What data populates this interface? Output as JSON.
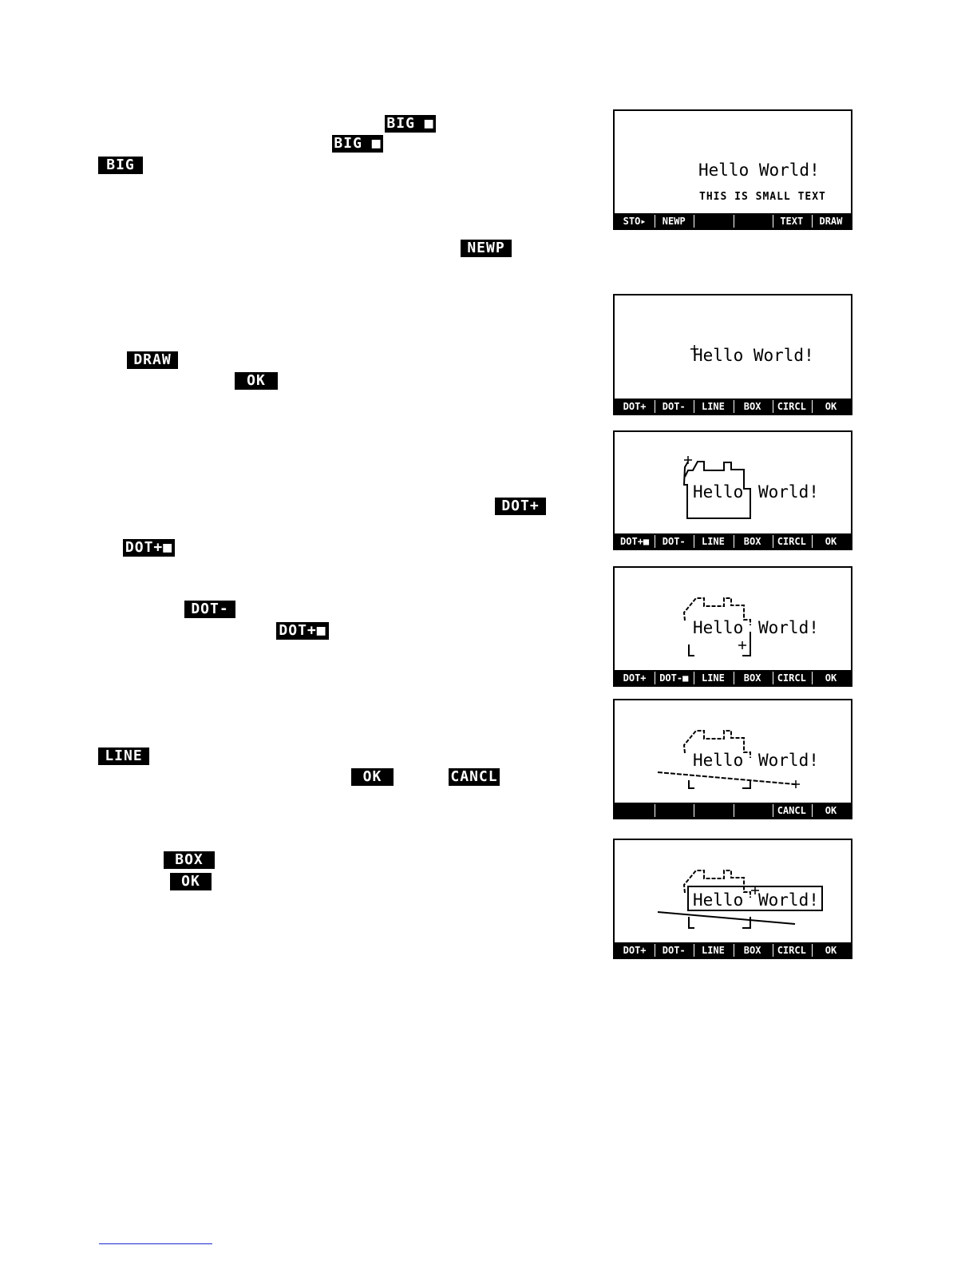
{
  "keys": {
    "big_sq_1": "BIG ■",
    "big_sq_2": "BIG ■",
    "big": "BIG",
    "newp": "NEWP",
    "draw": "DRAW",
    "ok_1": "OK",
    "dot_plus": "DOT+",
    "dot_plus_sq_1": "DOT+■",
    "dot_minus": "DOT-",
    "dot_plus_sq_2": "DOT+■",
    "line": "LINE",
    "ok_2": "OK",
    "cancl": "CANCL",
    "box": "BOX",
    "ok_3": "OK"
  },
  "screens": {
    "s1": {
      "big_text": "Hello World!",
      "small_text": "THIS IS SMALL TEXT",
      "menu": [
        "STO▸",
        "NEWP",
        "",
        "",
        "TEXT",
        "DRAW"
      ]
    },
    "s2": {
      "big_text": "Hello World!",
      "menu": [
        "DOT+",
        "DOT-",
        "LINE",
        "BOX",
        "CIRCL",
        "OK"
      ]
    },
    "s3": {
      "text_hello": "Hello",
      "text_world": "World!",
      "menu": [
        "DOT+■",
        "DOT-",
        "LINE",
        "BOX",
        "CIRCL",
        "OK"
      ]
    },
    "s4": {
      "text_hello": "Hello",
      "text_world": "World!",
      "menu": [
        "DOT+",
        "DOT-■",
        "LINE",
        "BOX",
        "CIRCL",
        "OK"
      ]
    },
    "s5": {
      "text_hello": "Hello",
      "text_world": "World!",
      "menu": [
        "",
        "",
        "",
        "",
        "CANCL",
        "OK"
      ]
    },
    "s6": {
      "text_hello": "Hello",
      "text_world": "World!",
      "menu": [
        "DOT+",
        "DOT-",
        "LINE",
        "BOX",
        "CIRCL",
        "OK"
      ]
    }
  }
}
